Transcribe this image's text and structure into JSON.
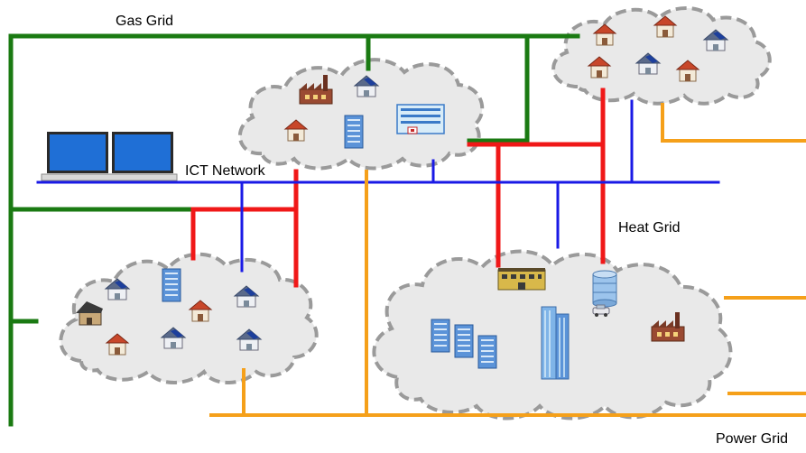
{
  "labels": {
    "gas_grid": "Gas Grid",
    "ict_network": "ICT Network",
    "heat_grid": "Heat Grid",
    "power_grid": "Power Grid"
  },
  "colors": {
    "gas": "#1a7a12",
    "ict": "#1a1ae6",
    "heat": "#f01818",
    "power": "#f5a01a",
    "cloud_fill": "#e9e9e9",
    "cloud_border": "#9a9a9a",
    "monitor": "#1f6fd6"
  },
  "icons": {
    "computer": "dual-monitor-icon",
    "house": "house-icon",
    "solar_house": "solar-house-icon",
    "factory": "factory-icon",
    "office": "office-building-icon",
    "hospital": "hospital-icon",
    "skyscraper": "skyscraper-icon",
    "storage_tank": "storage-tank-icon",
    "vehicle": "vehicle-icon"
  }
}
